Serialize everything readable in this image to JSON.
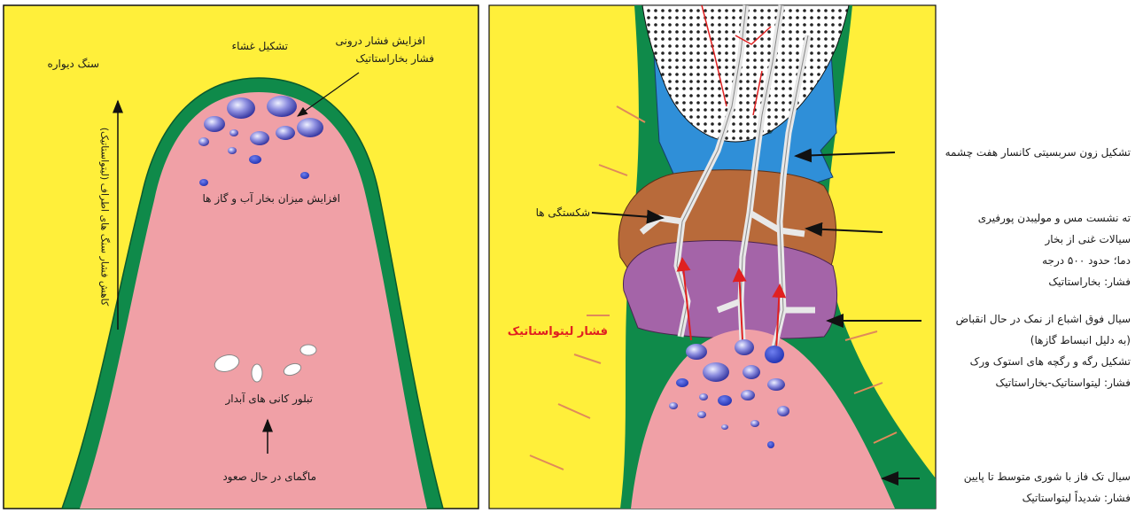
{
  "left_panel": {
    "wall_rock": "سنگ دیواره",
    "membrane_formation": "تشکیل غشاء",
    "internal_pressure": "افزایش فشار درونی",
    "vapor_pressure_1": "فشار بخاراستاتیک",
    "vapor_increase": "افزایش میزان بخار آب و گاز ها",
    "pressure_decrease_vertical": "کاهش فشار سنگ های اطراف (لیتواستاتیک)",
    "hydrous_minerals": "تبلور کانی های آبدار",
    "rising_magma": "ماگمای در حال صعود"
  },
  "right_panel": {
    "lithostatic_pressure": "فشار لیتواستاتیک",
    "fractures": "شکستگی ها",
    "lead_silver_zone": "تشکیل زون سربسیتی کانسار هفت چشمه",
    "deposit_line1": "ته نشست مس و مولیبدن پورفیری",
    "deposit_line2": "سیالات غنی از بخار",
    "deposit_line3": "دما؛ حدود ۵۰۰ درجه",
    "deposit_line4": "فشار: بخاراستاتیک",
    "fluid_line1": "سیال فوق اشباع از نمک در حال انقباض",
    "fluid_line2": "(به دلیل انبساط گازها)",
    "fluid_line3": "تشکیل رگه و رگچه های استوک ورک",
    "fluid_line4": "فشار: لیتواستاتیک-بخاراستاتیک",
    "single_phase_line1": "سیال تک فاز با شوری متوسط تا پایین",
    "single_phase_line2": "فشار: شدیداً لیتواستاتیک"
  },
  "colors": {
    "wall_yellow": "#ffef3a",
    "shell_green": "#0f8a4a",
    "magma_pink": "#f0a0a6",
    "potassic_brown": "#b86a3a",
    "phyllic_purple": "#a464a8",
    "upper_blue": "#2f8fd8",
    "arrow_red": "#e02020"
  }
}
